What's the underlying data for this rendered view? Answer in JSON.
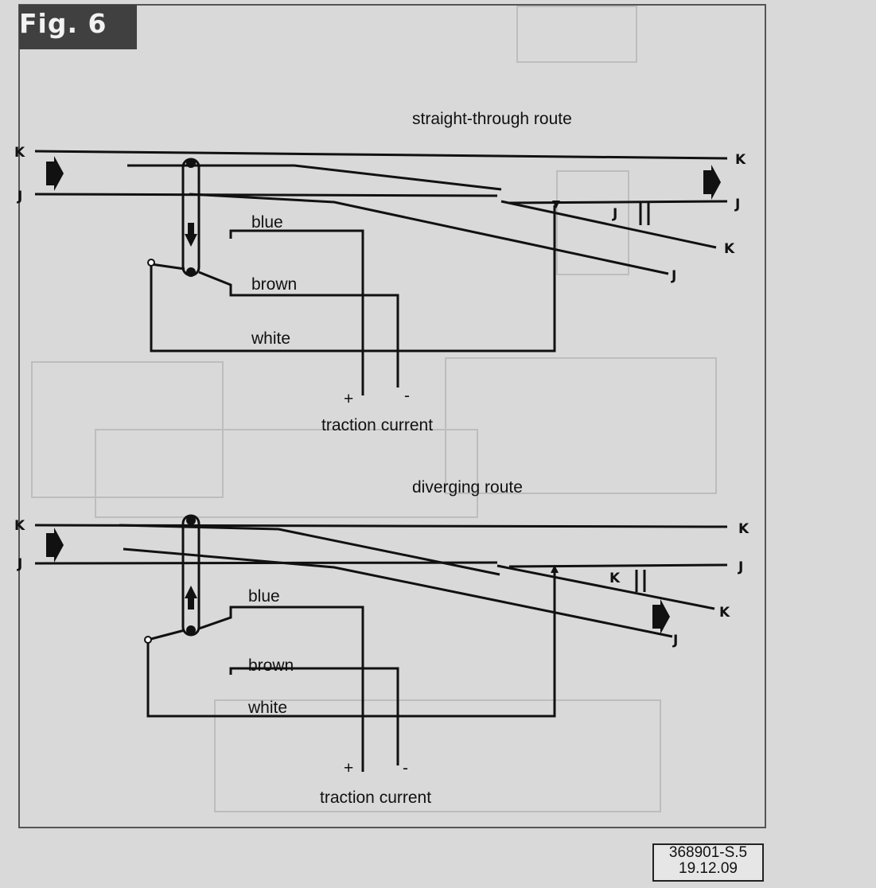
{
  "figure_label": "Fig. 6",
  "doc_ref": {
    "line1": "368901-S.5",
    "line2": "19.12.09"
  },
  "top": {
    "title": "straight-through route",
    "blue": "blue",
    "brown": "brown",
    "white": "white",
    "plus": "+",
    "minus": "-",
    "traction": "traction current"
  },
  "bottom": {
    "title": "diverging route",
    "blue": "blue",
    "brown": "brown",
    "white": "white",
    "plus": "+",
    "minus": "-",
    "traction": "traction current"
  },
  "rail_labels": {
    "k": "K",
    "j": "J"
  },
  "icons": [
    "arrow-right-icon",
    "arrow-down-icon",
    "arrow-up-icon"
  ],
  "colors": {
    "background": "#d9d9d9",
    "ink": "#111111",
    "tag": "#404040"
  }
}
